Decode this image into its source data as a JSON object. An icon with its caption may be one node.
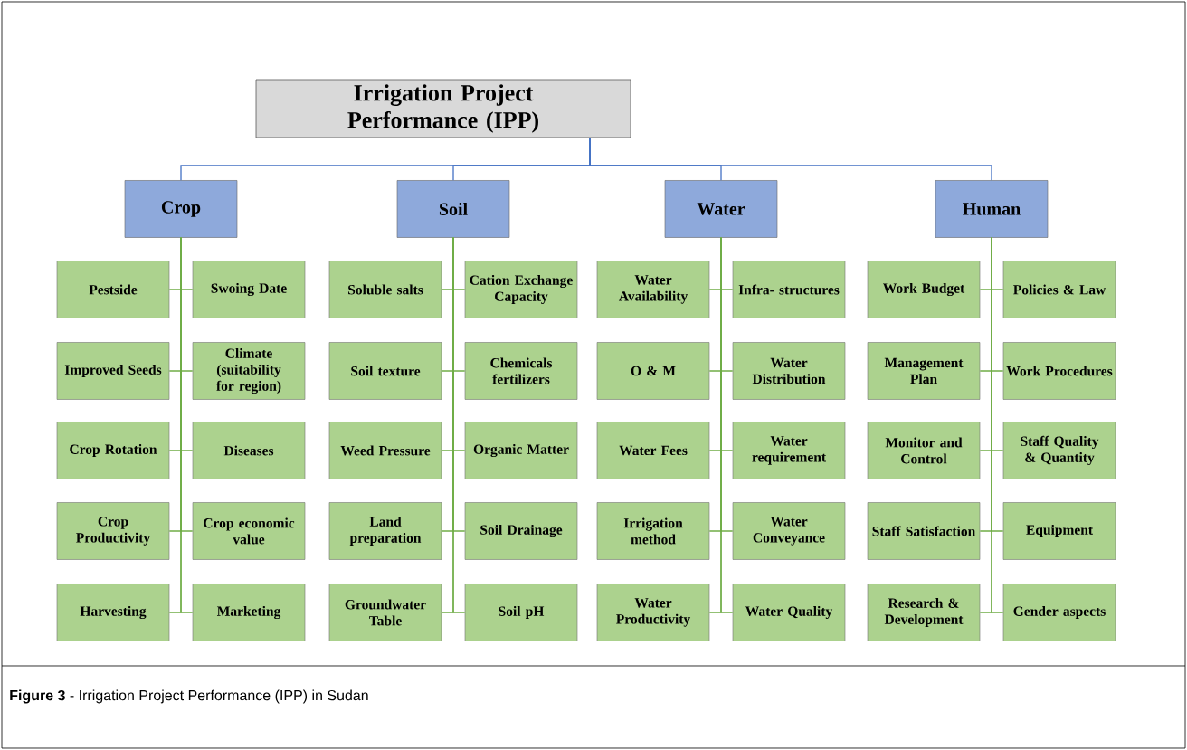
{
  "diagram": {
    "caption": "**Figure 3** - Irrigation Project Performance (IPP) in Sudan",
    "nodes": [
      {
        "text": [
          "Irrigation Project Performance (IPP)"
        ]
      },
      {
        "text": [
          "Crop"
        ]
      },
      {
        "text": [
          "Soil"
        ]
      },
      {
        "text": [
          "Water"
        ]
      },
      {
        "text": [
          "Human"
        ]
      },
      {
        "text": [
          "Pestside"
        ]
      },
      {
        "text": [
          "Swoing Date"
        ]
      },
      {
        "text": [
          "Improved Seeds"
        ]
      },
      {
        "text": [
          "Climate (suitability for region)"
        ]
      },
      {
        "text": [
          "Crop Rotation"
        ]
      },
      {
        "text": [
          "Diseases"
        ]
      },
      {
        "text": [
          "Crop Productivity"
        ]
      },
      {
        "text": [
          "Crop economic value"
        ]
      },
      {
        "text": [
          "Harvesting"
        ]
      },
      {
        "text": [
          "Marketing"
        ]
      },
      {
        "text": [
          "Soluble salts"
        ]
      },
      {
        "text": [
          "Cation Exchange Capacity"
        ]
      },
      {
        "text": [
          "Soil texture"
        ]
      },
      {
        "text": [
          "Chemicals fertilizers"
        ]
      },
      {
        "text": [
          "Weed Pressure"
        ]
      },
      {
        "text": [
          "Organic Matter"
        ]
      },
      {
        "text": [
          "Land preparation"
        ]
      },
      {
        "text": [
          "Soil Drainage"
        ]
      },
      {
        "text": [
          "Groundwater Table"
        ]
      },
      {
        "text": [
          "Soil pH"
        ]
      },
      {
        "text": [
          "Water Availability"
        ]
      },
      {
        "text": [
          "Infra- structures"
        ]
      },
      {
        "text": [
          "O & M"
        ]
      },
      {
        "text": [
          "Water Distribution"
        ]
      },
      {
        "text": [
          "Water Fees"
        ]
      },
      {
        "text": [
          "Water requirement"
        ]
      },
      {
        "text": [
          "Irrigation method"
        ]
      },
      {
        "text": [
          "Water Conveyance"
        ]
      },
      {
        "text": [
          "Water Productivity"
        ]
      },
      {
        "text": [
          "Water Quality"
        ]
      },
      {
        "text": [
          "Work Budget"
        ]
      },
      {
        "text": [
          "Policies & Law"
        ]
      },
      {
        "text": [
          "Management Plan"
        ]
      },
      {
        "text": [
          "Work Procedures"
        ]
      },
      {
        "text": [
          "Monitor and Control"
        ]
      },
      {
        "text": [
          "Staff Quality & Quantity"
        ]
      },
      {
        "text": [
          "Staff Satisfaction"
        ]
      },
      {
        "text": [
          "Equipment"
        ]
      },
      {
        "text": [
          "Research & Development"
        ]
      },
      {
        "text": [
          "Gender aspects"
        ]
      }
    ],
    "edges": [
      {
        "from": 0,
        "to": 1,
        "arrow": "none",
        "color": "#4472c4"
      },
      {
        "from": 0,
        "to": 2,
        "arrow": "none",
        "color": "#4472c4"
      },
      {
        "from": 0,
        "to": 3,
        "arrow": "none",
        "color": "#4472c4"
      },
      {
        "from": 0,
        "to": 4,
        "arrow": "none",
        "color": "#4472c4"
      },
      {
        "from": 1,
        "to": 5,
        "arrow": "none"
      },
      {
        "from": 1,
        "to": 6,
        "arrow": "none"
      },
      {
        "from": 1,
        "to": 7,
        "arrow": "none"
      },
      {
        "from": 1,
        "to": 8,
        "arrow": "none"
      },
      {
        "from": 1,
        "to": 9,
        "arrow": "none"
      },
      {
        "from": 1,
        "to": 10,
        "arrow": "none"
      },
      {
        "from": 1,
        "to": 11,
        "arrow": "none"
      },
      {
        "from": 1,
        "to": 12,
        "arrow": "none"
      },
      {
        "from": 1,
        "to": 13,
        "arrow": "none"
      },
      {
        "from": 1,
        "to": 14,
        "arrow": "none"
      },
      {
        "from": 2,
        "to": 15,
        "arrow": "none"
      },
      {
        "from": 2,
        "to": 16,
        "arrow": "none"
      },
      {
        "from": 2,
        "to": 17,
        "arrow": "none"
      },
      {
        "from": 2,
        "to": 18,
        "arrow": "none"
      },
      {
        "from": 2,
        "to": 19,
        "arrow": "none"
      },
      {
        "from": 2,
        "to": 20,
        "arrow": "none"
      },
      {
        "from": 2,
        "to": 21,
        "arrow": "none"
      },
      {
        "from": 2,
        "to": 22,
        "arrow": "none"
      },
      {
        "from": 2,
        "to": 23,
        "arrow": "none"
      },
      {
        "from": 2,
        "to": 24,
        "arrow": "none"
      },
      {
        "from": 3,
        "to": 25,
        "arrow": "none"
      },
      {
        "from": 3,
        "to": 26,
        "arrow": "none"
      },
      {
        "from": 3,
        "to": 27,
        "arrow": "none"
      },
      {
        "from": 3,
        "to": 28,
        "arrow": "none"
      },
      {
        "from": 3,
        "to": 29,
        "arrow": "none"
      },
      {
        "from": 3,
        "to": 30,
        "arrow": "none"
      },
      {
        "from": 3,
        "to": 31,
        "arrow": "none"
      },
      {
        "from": 3,
        "to": 32,
        "arrow": "none"
      },
      {
        "from": 3,
        "to": 33,
        "arrow": "none"
      },
      {
        "from": 3,
        "to": 34,
        "arrow": "none"
      },
      {
        "from": 4,
        "to": 35,
        "arrow": "none"
      },
      {
        "from": 4,
        "to": 36,
        "arrow": "none"
      },
      {
        "from": 4,
        "to": 37,
        "arrow": "none"
      },
      {
        "from": 4,
        "to": 38,
        "arrow": "none"
      },
      {
        "from": 4,
        "to": 39,
        "arrow": "none"
      },
      {
        "from": 4,
        "to": 40,
        "arrow": "none"
      },
      {
        "from": 4,
        "to": 41,
        "arrow": "none"
      },
      {
        "from": 4,
        "to": 42,
        "arrow": "none"
      },
      {
        "from": 4,
        "to": 43,
        "arrow": "none"
      },
      {
        "from": 4,
        "to": 44,
        "arrow": "none"
      }
    ]
  }
}
